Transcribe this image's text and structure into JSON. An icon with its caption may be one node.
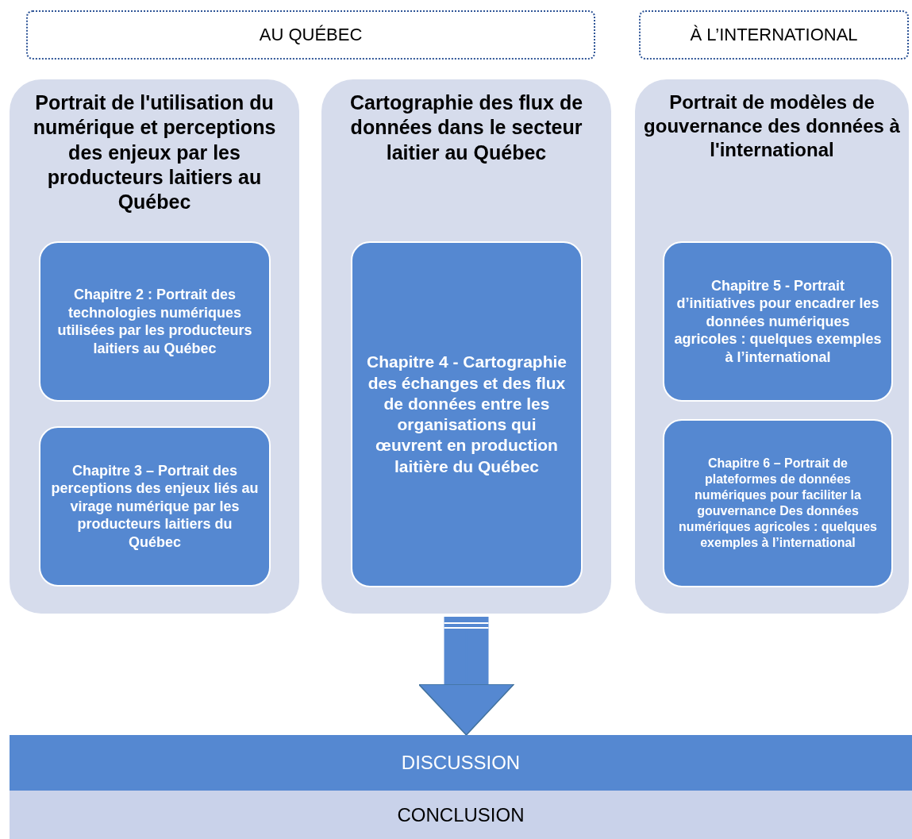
{
  "diagram": {
    "nodes": [
      {
        "text": [
          "AU QUÉBEC"
        ]
      },
      {
        "text": [
          "À L’INTERNATIONAL"
        ]
      },
      {
        "text": [
          "Portrait de l'utilisation du numérique et perceptions des enjeux par les producteurs laitiers au Québec"
        ]
      },
      {
        "text": [
          "Chapitre 2 : Portrait des technologies numériques utilisées par les producteurs laitiers au Québec"
        ],
        "in": 2
      },
      {
        "text": [
          "Chapitre 3 – Portrait des perceptions des enjeux liés au virage numérique par les producteurs laitiers du Québec"
        ],
        "in": 2
      },
      {
        "text": [
          "Cartographie des flux de données dans le secteur laitier au Québec"
        ]
      },
      {
        "text": [
          "Chapitre 4 - Cartographie des échanges et des flux de données entre les organisations qui œuvrent en production laitière du Québec"
        ],
        "in": 5
      },
      {
        "text": [
          "Portrait de modèles de gouvernance des données à l'international"
        ]
      },
      {
        "text": [
          "Chapitre 5 - Portrait d’initiatives pour encadrer les données numériques agricoles : quelques exemples à l’international"
        ],
        "in": 7
      },
      {
        "text": [
          "Chapitre 6 – Portrait de plateformes de données numériques pour faciliter la gouvernance Des données numériques agricoles : quelques exemples à l’international"
        ],
        "in": 7
      },
      {
        "text": [
          "DISCUSSION"
        ]
      },
      {
        "text": [
          "CONCLUSION"
        ]
      }
    ],
    "edges": [
      {
        "from": 5,
        "to": 10,
        "arrow": "to"
      }
    ]
  }
}
